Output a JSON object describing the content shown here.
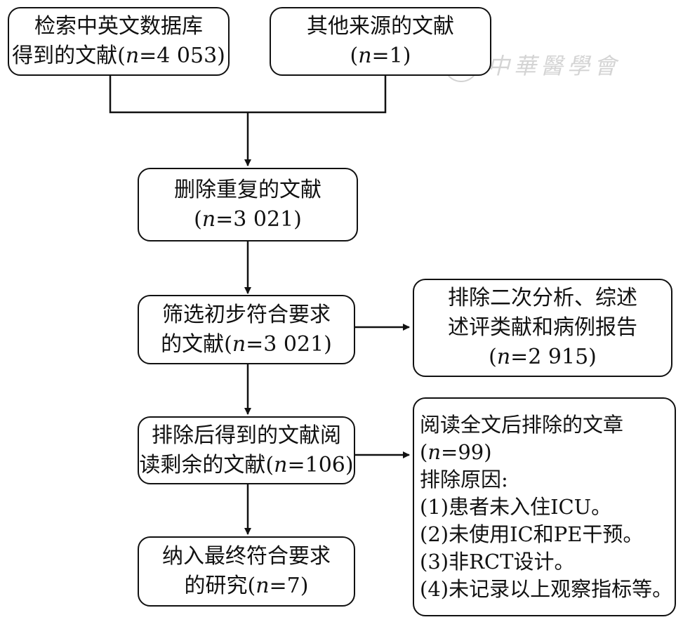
{
  "watermark": {
    "text": "中華醫學會"
  },
  "boxes": {
    "search_db": {
      "line1": "检索中英文数据库",
      "line2_prefix": "得到的文献(",
      "n": "n",
      "line2_value": "=4 053)"
    },
    "other_sources": {
      "line1": "其他来源的文献",
      "line2_prefix": "(",
      "n": "n",
      "line2_value": "=1)"
    },
    "dedup": {
      "line1": "删除重复的文献",
      "line2_prefix": "(",
      "n": "n",
      "line2_value": "=3 021)"
    },
    "screen": {
      "line1": "筛选初步符合要求",
      "line2_prefix": "的文献(",
      "n": "n",
      "line2_value": "=3 021)"
    },
    "exclude_reviews": {
      "line1": "排除二次分析、综述",
      "line2": "述评类献和病例报告",
      "line3_prefix": "(",
      "n": "n",
      "line3_value": "=2 915)"
    },
    "fulltext": {
      "line1": "排除后得到的文献阅",
      "line2_prefix": "读剩余的文献(",
      "n": "n",
      "line2_value": "=106)"
    },
    "exclude_fulltext": {
      "line1": "阅读全文后排除的文章",
      "line2_prefix": "(",
      "n": "n",
      "line2_value": "=99)",
      "reasons_title": "排除原因:",
      "reasons": [
        "(1)患者未入住ICU。",
        "(2)未使用IC和PE干预。",
        "(3)非RCT设计。",
        "(4)未记录以上观察指标等。"
      ]
    },
    "included": {
      "line1": "纳入最终符合要求",
      "line2_prefix": "的研究(",
      "n": "n",
      "line2_value": "=7)"
    }
  }
}
